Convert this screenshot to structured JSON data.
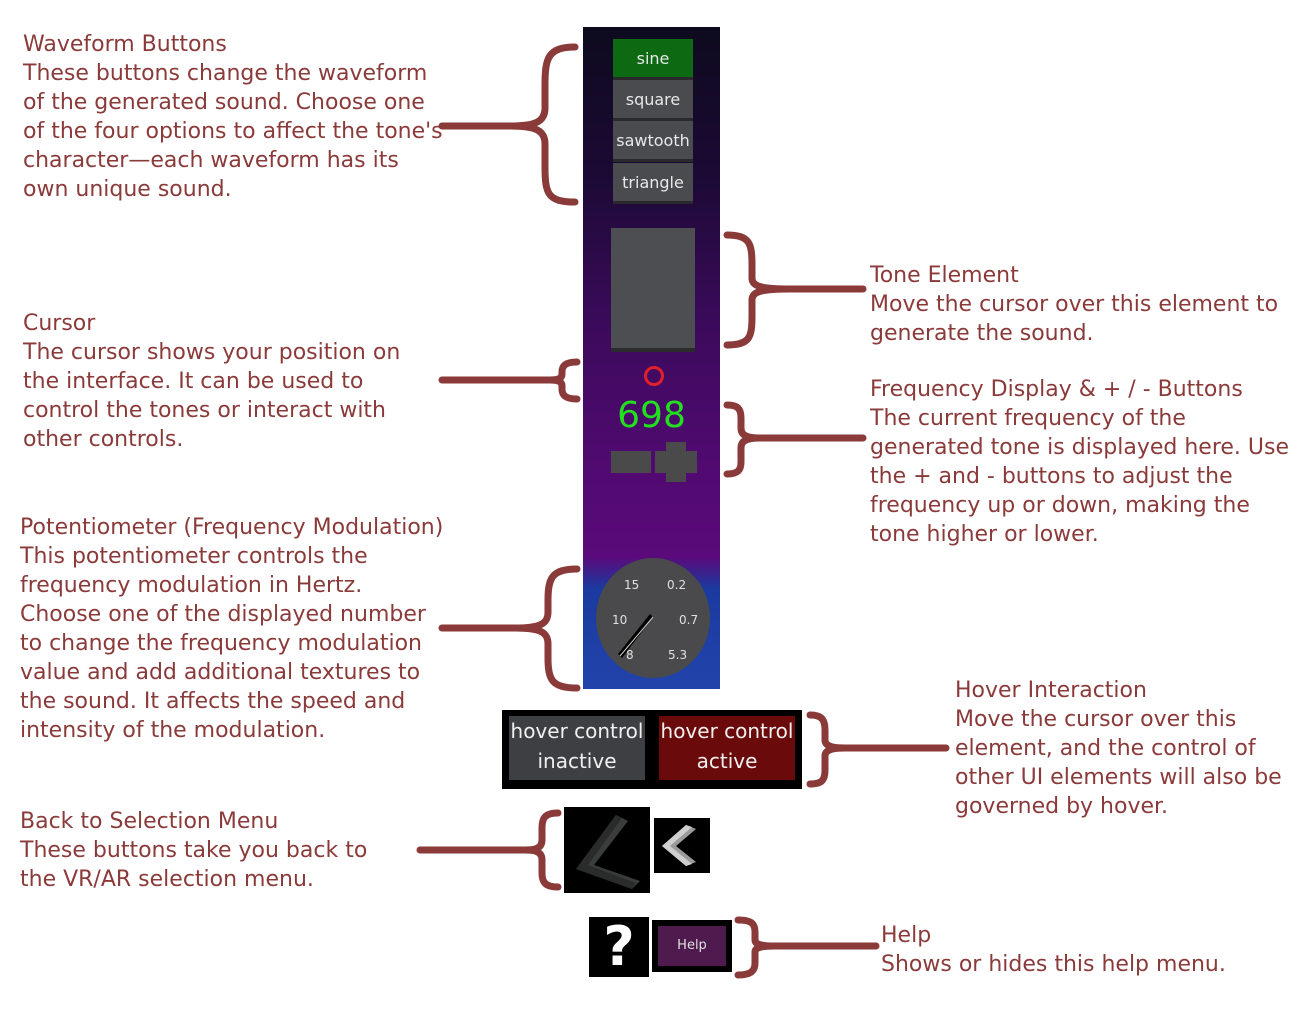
{
  "annotations": {
    "waveform": {
      "title": "Waveform Buttons",
      "desc": "These buttons change the waveform of the generated sound. Choose one of the four options to affect the tone's character—each waveform has its own unique sound."
    },
    "cursor": {
      "title": "Cursor",
      "desc": "The cursor shows your position on the interface. It can be used to control the tones or interact with other controls."
    },
    "potentiometer": {
      "title": "Potentiometer (Frequency Modulation)",
      "desc": "This potentiometer controls the frequency modulation in Hertz. Choose one of the displayed number to change the frequency modulation value and add additional textures to the sound. It affects the speed and intensity of the modulation."
    },
    "back": {
      "title": "Back to Selection Menu",
      "desc": "These buttons take you back to the VR/AR selection menu."
    },
    "tone": {
      "title": "Tone Element",
      "desc": "Move the cursor over this element to generate the sound."
    },
    "frequency": {
      "title": "Frequency Display & + / - Buttons",
      "desc": "The current frequency of the generated tone is displayed here. Use the + and - buttons to adjust the frequency up or down, making the tone higher or lower."
    },
    "hover": {
      "title": "Hover Interaction",
      "desc": "Move the cursor over this element, and the control of other UI elements will also be governed by hover."
    },
    "help": {
      "title": "Help",
      "desc": "Shows or hides this help menu."
    }
  },
  "panel": {
    "waveforms": [
      {
        "label": "sine",
        "active": true
      },
      {
        "label": "square",
        "active": false
      },
      {
        "label": "sawtooth",
        "active": false
      },
      {
        "label": "triangle",
        "active": false
      }
    ],
    "frequency": "698",
    "dial_labels": {
      "top_left": "15",
      "top_right": "0.2",
      "mid_left": "10",
      "mid_right": "0.7",
      "bottom_left": "8",
      "bottom_right": "5.3"
    }
  },
  "hover_controls": {
    "inactive": {
      "line1": "hover control",
      "line2": "inactive"
    },
    "active": {
      "line1": "hover control",
      "line2": "active"
    }
  },
  "help_button": {
    "label": "Help",
    "icon_glyph": "?"
  },
  "colors": {
    "annotation": "#8b3a3a",
    "active_wave": "#0d6a12",
    "frequency": "#22e01e",
    "cursor": "#e2202a"
  }
}
